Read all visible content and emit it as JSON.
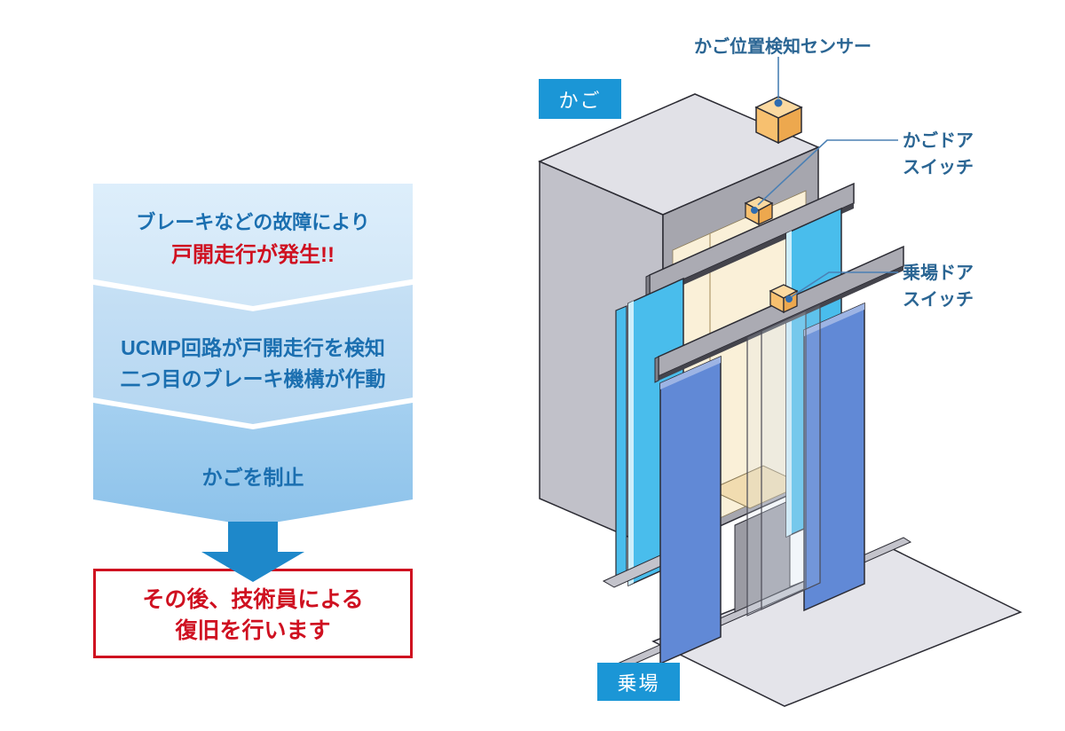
{
  "flowchart": {
    "steps": [
      {
        "line1": "ブレーキなどの故障により",
        "line2": "戸開走行が発生!!"
      },
      {
        "line1": "UCMP回路が戸開走行を検知",
        "line2": "二つ目のブレーキ機構が作動"
      },
      {
        "line1": "かごを制止"
      }
    ],
    "result": {
      "line1": "その後、技術員による",
      "line2": "復旧を行います"
    }
  },
  "diagram": {
    "badges": {
      "car": "かご",
      "landing": "乗場"
    },
    "labels": {
      "position_sensor": "かご位置検知センサー",
      "car_door_switch_line1": "かごドア",
      "car_door_switch_line2": "スイッチ",
      "hall_door_switch_line1": "乗場ドア",
      "hall_door_switch_line2": "スイッチ"
    }
  },
  "colors": {
    "badge_blue": "#1b96d6",
    "step_text_blue": "#1b6fb0",
    "alert_red": "#cf1020",
    "label_blue": "#2a6593",
    "arrow_blue": "#1e88ca",
    "leader_blue": "#4b80b4",
    "band1": "#d7e9f8",
    "band2": "#c2def4",
    "band3": "#9ecbee",
    "car_top": "#e1e1e7",
    "car_side": "#c1c1c9",
    "car_front": "#a6a6ae",
    "interior_cream": "#faf0d8",
    "interior_floor": "#f1dcb0",
    "apron_gray": "#9b9ba3",
    "rail_gray": "#ababb3",
    "sill_gray": "#c3c3cb",
    "car_door_cyan": "#49bdec",
    "hall_door_blue": "#6189d6",
    "cube_top": "#fbd9a0",
    "cube_front": "#f7c06f",
    "cube_side": "#eda84e",
    "sensor_dot": "#2e6cb0",
    "floor_gray": "#e4e4ea"
  }
}
